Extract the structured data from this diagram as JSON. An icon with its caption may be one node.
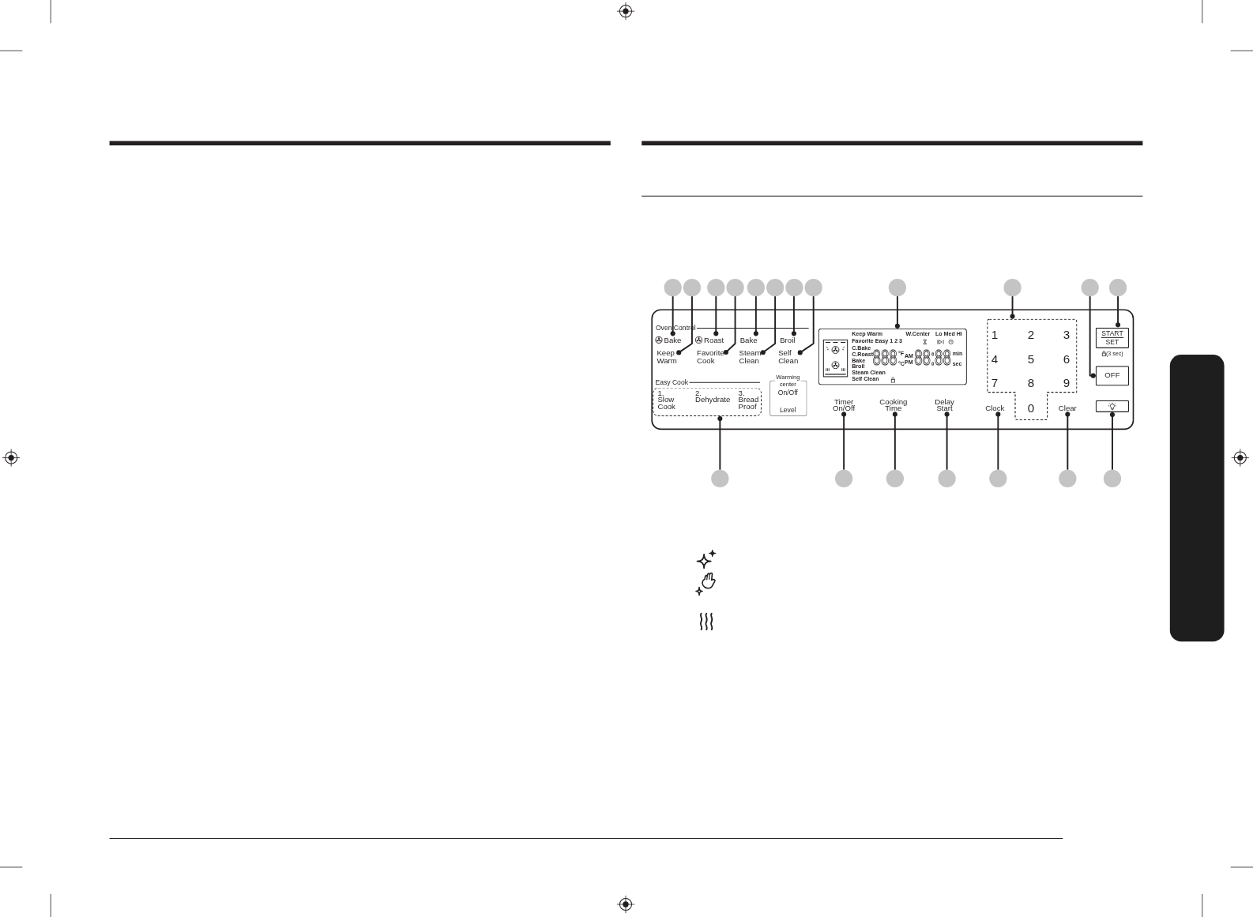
{
  "diagram": {
    "nodes": [
      {
        "text": [],
        "shape": "circle"
      },
      {
        "text": [],
        "shape": "circle"
      },
      {
        "text": [],
        "shape": "circle"
      },
      {
        "text": [],
        "shape": "circle"
      },
      {
        "text": [],
        "shape": "circle"
      },
      {
        "text": [],
        "shape": "circle"
      },
      {
        "text": [],
        "shape": "circle"
      },
      {
        "text": [],
        "shape": "circle"
      },
      {
        "text": [],
        "shape": "circle"
      },
      {
        "text": [],
        "shape": "circle"
      },
      {
        "text": [],
        "shape": "circle"
      },
      {
        "text": [],
        "shape": "circle"
      },
      {
        "text": [
          "Oven Control",
          "Easy Cook"
        ]
      },
      {
        "text": [
          "Bake"
        ],
        "in": 12
      },
      {
        "text": [
          "Roast"
        ],
        "in": 12
      },
      {
        "text": [
          "Bake"
        ],
        "in": 12
      },
      {
        "text": [
          "Broil"
        ],
        "in": 12
      },
      {
        "text": [
          "Keep Warm"
        ],
        "in": 12
      },
      {
        "text": [
          "Favorite Cook"
        ],
        "in": 12
      },
      {
        "text": [
          "Steam Clean"
        ],
        "in": 12
      },
      {
        "text": [
          "Self Clean"
        ],
        "in": 12
      },
      {
        "text": [
          "Keep Warm",
          "W.Center",
          "Lo Med Hi",
          "Favorite Easy 1 2 3",
          "C.Bake",
          "C.Roast",
          "Bake",
          "Broil",
          "Steam Clean",
          "Self Clean",
          "888",
          "°F",
          "°C",
          "AM",
          "PM",
          "88:88",
          "min",
          "sec"
        ],
        "in": 12
      },
      {
        "text": [
          "1",
          "2",
          "3",
          "4",
          "5",
          "6",
          "7",
          "8",
          "9",
          "0"
        ],
        "in": 12
      },
      {
        "text": [
          "START",
          "SET"
        ],
        "beside": [
          "(3 sec)"
        ],
        "in": 12
      },
      {
        "text": [
          "OFF"
        ],
        "in": 12
      },
      {
        "text": [
          "Warming center",
          "On/Off",
          "Level"
        ],
        "in": 12
      },
      {
        "text": [
          "1. Slow Cook",
          "2. Dehydrate",
          "3. Bread Proof"
        ],
        "in": 12
      },
      {
        "text": [
          "Timer On/Off"
        ],
        "in": 12
      },
      {
        "text": [
          "Cooking Time"
        ],
        "in": 12
      },
      {
        "text": [
          "Delay Start"
        ],
        "in": 12
      },
      {
        "text": [
          "Clock"
        ],
        "in": 12
      },
      {
        "text": [
          "Clear"
        ],
        "in": 12
      },
      {
        "text": [],
        "shape": "box",
        "in": 12
      },
      {
        "text": [],
        "shape": "circle"
      },
      {
        "text": [],
        "shape": "circle"
      },
      {
        "text": [],
        "shape": "circle"
      },
      {
        "text": [],
        "shape": "circle"
      },
      {
        "text": [],
        "shape": "circle"
      },
      {
        "text": [],
        "shape": "circle"
      },
      {
        "text": [],
        "shape": "circle"
      },
      {
        "text": [],
        "shape": "box"
      }
    ],
    "edges": [
      {
        "from": 0,
        "to": 13,
        "arrow": "other"
      },
      {
        "from": 1,
        "to": 17,
        "arrow": "other"
      },
      {
        "from": 2,
        "to": 14,
        "arrow": "other"
      },
      {
        "from": 3,
        "to": 18,
        "arrow": "other"
      },
      {
        "from": 4,
        "to": 15,
        "arrow": "other"
      },
      {
        "from": 5,
        "to": 19,
        "arrow": "other"
      },
      {
        "from": 6,
        "to": 16,
        "arrow": "other"
      },
      {
        "from": 7,
        "to": 20,
        "arrow": "other"
      },
      {
        "from": 8,
        "to": 21,
        "arrow": "other"
      },
      {
        "from": 9,
        "to": 22,
        "arrow": "other"
      },
      {
        "from": 10,
        "to": 24,
        "arrow": "other"
      },
      {
        "from": 11,
        "to": 23,
        "arrow": "other"
      },
      {
        "from": 33,
        "to": 26,
        "arrow": "other"
      },
      {
        "from": 34,
        "to": 27,
        "arrow": "other"
      },
      {
        "from": 35,
        "to": 28,
        "arrow": "other"
      },
      {
        "from": 36,
        "to": 29,
        "arrow": "other"
      },
      {
        "from": 37,
        "to": 30,
        "arrow": "other"
      },
      {
        "from": 38,
        "to": 31,
        "arrow": "other"
      },
      {
        "from": 39,
        "to": 32,
        "arrow": "other"
      }
    ]
  }
}
